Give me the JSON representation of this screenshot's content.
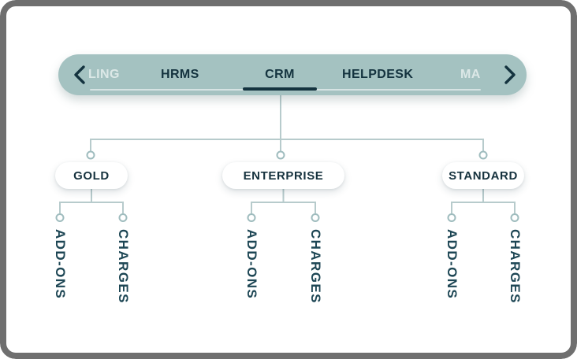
{
  "tab_bar": {
    "scroll_left_icon": "chevron-left",
    "scroll_right_icon": "chevron-right",
    "tabs": [
      {
        "label": "LING",
        "state": "partially-scrolled-off-left"
      },
      {
        "label": "HRMS",
        "state": "normal"
      },
      {
        "label": "CRM",
        "state": "active"
      },
      {
        "label": "HELPDESK",
        "state": "normal"
      },
      {
        "label": "MA",
        "state": "partially-scrolled-off-right"
      }
    ]
  },
  "tree": {
    "plans": [
      {
        "label": "GOLD",
        "children": [
          "ADD-ONS",
          "CHARGES"
        ]
      },
      {
        "label": "ENTERPRISE",
        "children": [
          "ADD-ONS",
          "CHARGES"
        ]
      },
      {
        "label": "STANDARD",
        "children": [
          "ADD-ONS",
          "CHARGES"
        ]
      }
    ]
  },
  "colors": {
    "pill_background": "#a4c2c1",
    "ink": "#14333f",
    "active_underline": "#14333f",
    "faded_tab_text": "#d2e0df",
    "connector_line": "#b7cbcc",
    "connector_circle_stroke": "#9fbcbe",
    "node_background": "#ffffff",
    "node_text": "#16323e",
    "leaf_text": "#1d4654",
    "frame_border": "#6f6f6f"
  }
}
